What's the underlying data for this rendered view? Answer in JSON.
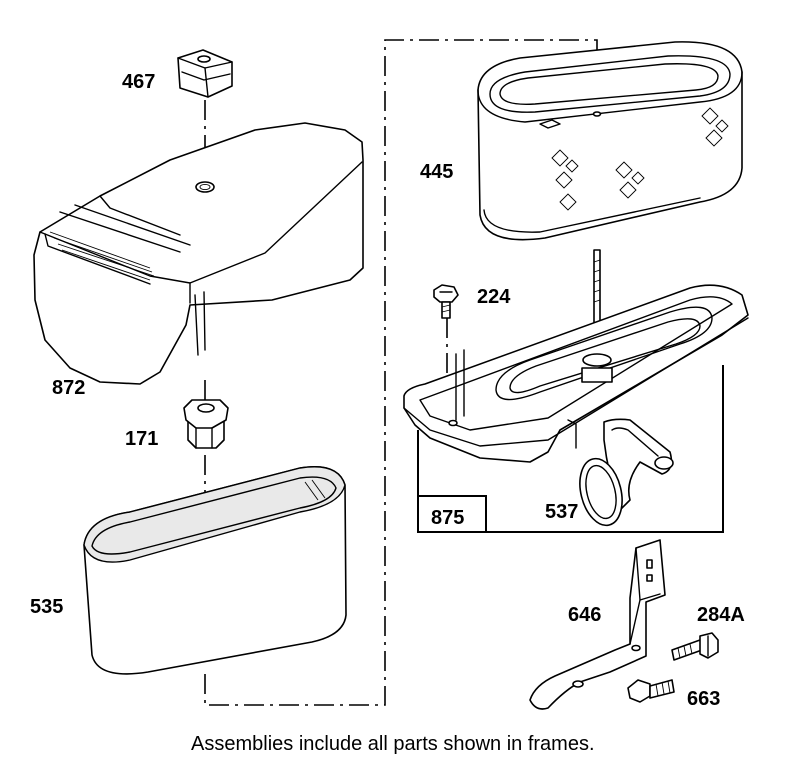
{
  "labels": {
    "p467": "467",
    "p445": "445",
    "p224": "224",
    "p872": "872",
    "p171": "171",
    "p875": "875",
    "p537": "537",
    "p535": "535",
    "p646": "646",
    "p284A": "284A",
    "p663": "663"
  },
  "caption": "Assemblies include all parts shown in frames."
}
